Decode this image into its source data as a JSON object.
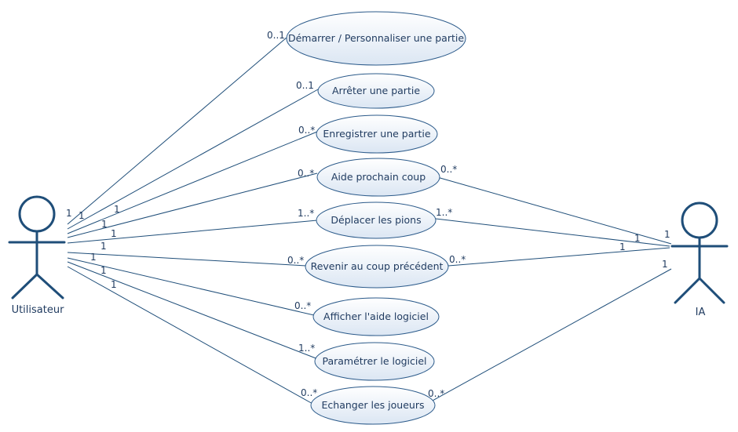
{
  "actors": {
    "user": {
      "name": "Utilisateur",
      "icon": "stick-figure-icon"
    },
    "ia": {
      "name": "IA",
      "icon": "stick-figure-icon"
    }
  },
  "use_cases": [
    {
      "label": "Démarrer / Personnaliser une partie",
      "user_end": "1",
      "uc_end": "0..1"
    },
    {
      "label": "Arrêter une partie",
      "user_end": "1",
      "uc_end": "0..1"
    },
    {
      "label": "Enregistrer une partie",
      "user_end": "1",
      "uc_end": "0..*"
    },
    {
      "label": "Aide prochain coup",
      "user_end": "1",
      "uc_end": "0..*",
      "ia_uc_end": "0..*",
      "ia_end": "1"
    },
    {
      "label": "Déplacer les pions",
      "user_end": "1",
      "uc_end": "1..*",
      "ia_uc_end": "1..*",
      "ia_end": "1"
    },
    {
      "label": "Revenir au coup précédent",
      "user_end": "1",
      "uc_end": "0..*",
      "ia_uc_end": "0..*",
      "ia_end": "1"
    },
    {
      "label": "Afficher l'aide logiciel",
      "user_end": "1",
      "uc_end": "0..*"
    },
    {
      "label": "Paramétrer le logiciel",
      "user_end": "1",
      "uc_end": "1..*"
    },
    {
      "label": "Echanger les joueurs",
      "user_end": "1",
      "uc_end": "0..*",
      "ia_uc_end": "0..*",
      "ia_end": "1"
    }
  ],
  "colors": {
    "line": "#1f4e79",
    "ellipse_fill_top": "#ffffff",
    "ellipse_fill_bottom": "#dbe6f3",
    "text": "#1f3a5f"
  }
}
